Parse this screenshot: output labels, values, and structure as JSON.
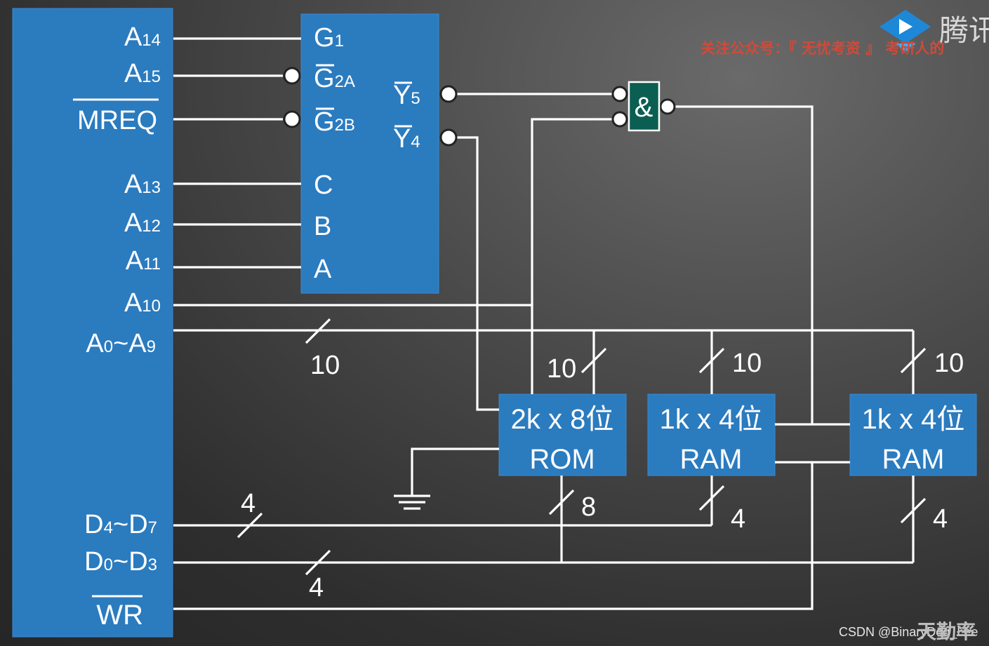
{
  "cpu": {
    "pins": [
      {
        "id": "a14",
        "main": "A",
        "sub": "14"
      },
      {
        "id": "a15",
        "main": "A",
        "sub": "15"
      },
      {
        "id": "mreq",
        "main": "MREQ",
        "sub": ""
      },
      {
        "id": "a13",
        "main": "A",
        "sub": "13"
      },
      {
        "id": "a12",
        "main": "A",
        "sub": "12"
      },
      {
        "id": "a11",
        "main": "A",
        "sub": "11"
      },
      {
        "id": "a10",
        "main": "A",
        "sub": "10"
      }
    ],
    "addr_bus": {
      "a": "A",
      "sub0": "0",
      "tilde": "~",
      "b": "A",
      "sub1": "9"
    },
    "data_hi": {
      "a": "D",
      "sub0": "4",
      "tilde": "~",
      "b": "D",
      "sub1": "7"
    },
    "data_lo": {
      "a": "D",
      "sub0": "0",
      "tilde": "~",
      "b": "D",
      "sub1": "3"
    },
    "wr": "WR"
  },
  "decoder": {
    "inputs": [
      {
        "id": "g1",
        "main": "G",
        "sub": "1"
      },
      {
        "id": "g2a",
        "main": "G",
        "sub": "2A"
      },
      {
        "id": "g2b",
        "main": "G",
        "sub": "2B"
      },
      {
        "id": "c",
        "main": "C",
        "sub": ""
      },
      {
        "id": "b",
        "main": "B",
        "sub": ""
      },
      {
        "id": "a",
        "main": "A",
        "sub": ""
      }
    ],
    "outputs": [
      {
        "id": "y5",
        "main": "Y",
        "sub": "5"
      },
      {
        "id": "y4",
        "main": "Y",
        "sub": "4"
      }
    ]
  },
  "gate": {
    "symbol": "&"
  },
  "rom": {
    "line1": "2k x 8位",
    "line2": "ROM"
  },
  "ram1": {
    "line1": "1k x 4位",
    "line2": "RAM"
  },
  "ram2": {
    "line1": "1k x 4位",
    "line2": "RAM"
  },
  "bus_widths": {
    "addr_main": "10",
    "rom_addr": "10",
    "ram1_addr": "10",
    "ram2_addr": "10",
    "data_hi": "4",
    "data_lo": "4",
    "rom_data": "8",
    "ram1_data": "4",
    "ram2_data": "4"
  },
  "watermarks": {
    "promo": "关注公众号：『 无忧考资 』 考研人的",
    "brand": "腾讯",
    "credit": "CSDN @BinaryDog_Lee",
    "bottom_right": "天勤率"
  }
}
